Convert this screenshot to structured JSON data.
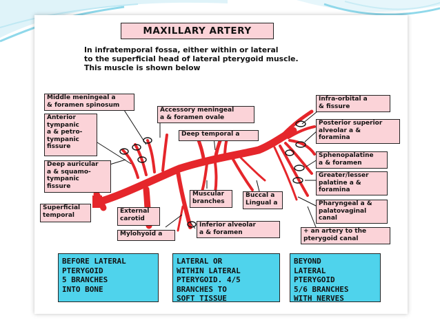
{
  "title": "MAXILLARY ARTERY",
  "intro": "In  infratemporal fossa, either within or lateral\nto the superficial head of lateral pterygoid muscle.\nThis muscle is shown below",
  "labels": {
    "middle_meningeal": "Middle meningeal a\n& foramen spinosum",
    "anterior_tympanic": "Anterior\ntympanic\na & petro-\ntympanic\nfissure",
    "deep_auricular": "Deep auricular\na & squamo-\ntympanic\nfissure",
    "superficial_temporal": "Superficial\ntemporal",
    "external_carotid": "External\ncarotid",
    "mylohyoid": "Mylohyoid a",
    "accessory_meningeal": "Accessory meningeal\na & foramen ovale",
    "deep_temporal": "Deep temporal a",
    "muscular_branches": "Muscular\nbranches",
    "buccal_lingual": "Buccal a\nLingual a",
    "inferior_alveolar": "Inferior alveolar\na & foramen",
    "infra_orbital": "Infra-orbital a\n& fissure",
    "posterior_superior_alveolar": "Posterior superior\nalveolar a &\nforamina",
    "sphenopalatine": "Sphenopalatine\na & foramen",
    "greater_lesser_palatine": "Greater/lesser\npalatine a &\nforamina",
    "pharyngeal": "Pharyngeal a &\npalatovaginal\ncanal",
    "pterygoid_canal": "+ an artery to the\npterygoid canal"
  },
  "summary": [
    "BEFORE LATERAL\nPTERYGOID\n5 BRANCHES\nINTO BONE",
    "LATERAL OR\nWITHIN LATERAL\nPTERYGOID. 4/5\nBRANCHES TO\nSOFT TISSUE",
    "BEYOND\nLATERAL\nPTERYGOID\n5/6 BRANCHES\nWITH NERVES"
  ],
  "colors": {
    "artery": "#e5262b",
    "label_fill": "#fbd3d8",
    "summary_fill": "#4fd3ec",
    "swoosh": "#8fd8ea"
  }
}
